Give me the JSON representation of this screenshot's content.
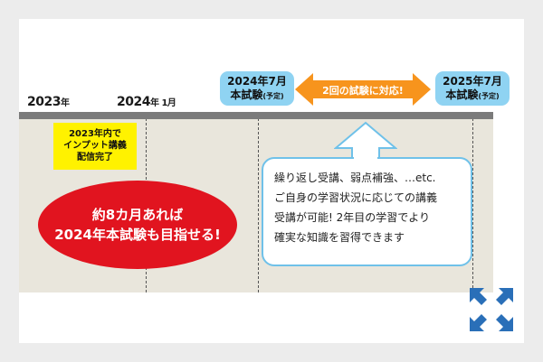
{
  "timeline": {
    "y2023": "2023",
    "y2023_suffix": "年",
    "y2024jan": "2024",
    "y2024jan_suffix": "年 1月",
    "exam2024": {
      "line1": "2024年7月",
      "line2": "本試験",
      "note": "(予定)"
    },
    "exam2025": {
      "line1": "2025年7月",
      "line2": "本試験",
      "note": "(予定)"
    },
    "arrow_label": "2回の試験に対応!"
  },
  "yellow_box": {
    "line1": "2023年内で",
    "line2": "インプット講義",
    "line3": "配信完了"
  },
  "red_ellipse": {
    "line1": "約8カ月あれば",
    "line2": "2024年本試験も目指せる!"
  },
  "callout": {
    "lines": [
      "繰り返し受講、弱点補強、…etc.",
      "ご自身の学習状況に応じての講義",
      "受講が可能! 2年目の学習でより",
      "確実な知識を習得できます"
    ]
  },
  "colors": {
    "orange": "#f7941d",
    "light_blue": "#8fd3f2",
    "red": "#e1141f",
    "yellow": "#fff200",
    "expand_blue": "#2a6fb8"
  },
  "icons": {
    "expand": "expand-arrows-icon"
  }
}
